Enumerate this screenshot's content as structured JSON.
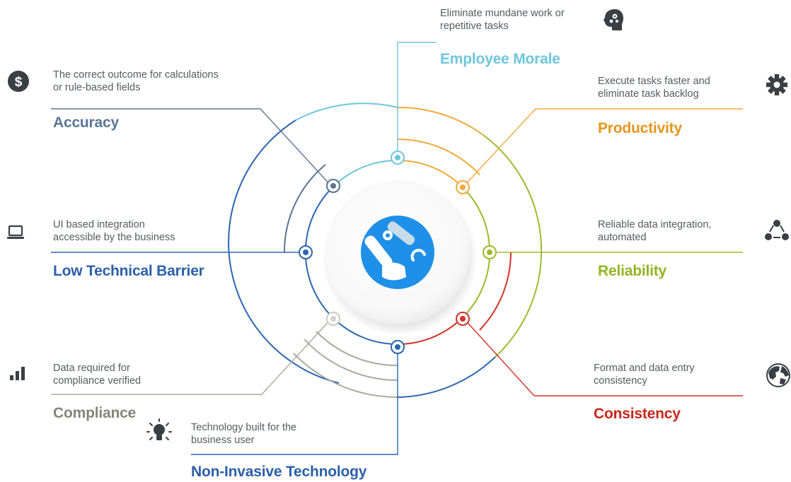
{
  "colors": {
    "employee_morale": "#6ec6dc",
    "productivity": "#f2a93b",
    "reliability": "#9cbb2d",
    "consistency": "#d03427",
    "non_invasive": "#2c66b0",
    "compliance": "#aaa99e",
    "low_technical_barrier": "#2c66b0",
    "accuracy": "#5a7593",
    "icon": "#3a3f44",
    "hub": "#1e90e8"
  },
  "center": {
    "logo": "robot-arm-logo"
  },
  "items": {
    "employee_morale": {
      "title": "Employee Morale",
      "desc1": "Eliminate mundane work or",
      "desc2": "repetitive tasks",
      "icon": "brain-gears-icon"
    },
    "productivity": {
      "title": "Productivity",
      "desc1": "Execute tasks faster and",
      "desc2": "eliminate task backlog",
      "icon": "gear-icon"
    },
    "reliability": {
      "title": "Reliability",
      "desc1": "Reliable data integration,",
      "desc2": "automated",
      "icon": "network-icon"
    },
    "consistency": {
      "title": "Consistency",
      "desc1": "Format and data entry",
      "desc2": "consistency",
      "icon": "globe-icon"
    },
    "non_invasive": {
      "title": "Non-Invasive Technology",
      "desc1": "Technology built for the",
      "desc2": "business user",
      "icon": "lightbulb-icon"
    },
    "compliance": {
      "title": "Compliance",
      "desc1": "Data required for",
      "desc2": "compliance verified",
      "icon": "bar-chart-icon"
    },
    "low_technical_barrier": {
      "title": "Low Technical Barrier",
      "desc1": "UI based integration",
      "desc2": "accessible by the business",
      "icon": "laptop-icon"
    },
    "accuracy": {
      "title": "Accuracy",
      "desc1": "The correct outcome for calculations",
      "desc2": "or rule-based fields",
      "icon": "dollar-icon"
    }
  }
}
